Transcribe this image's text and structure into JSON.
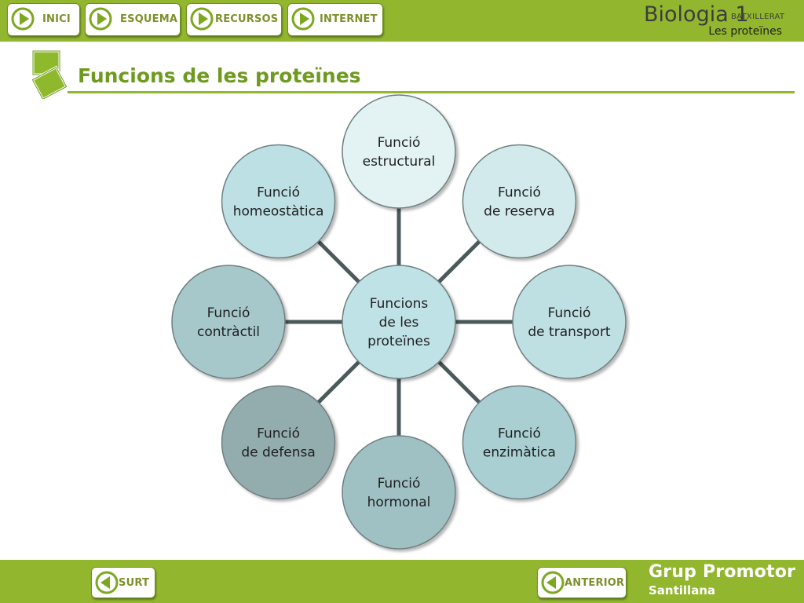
{
  "nav": {
    "inici": "INICI",
    "esquema": "ESQUEMA",
    "recursos": "RECURSOS",
    "internet": "INTERNET"
  },
  "brand": {
    "title": "Biologia 1",
    "subtitle": "BATXILLERAT",
    "topic": "Les proteïnes"
  },
  "heading": "Funcions de les proteïnes",
  "diagram": {
    "center": {
      "lines": [
        "Funcions",
        "de les",
        "proteïnes"
      ],
      "color": "#bfe2e6"
    },
    "nodes": [
      {
        "id": "estructural",
        "lines": [
          "Funció",
          "estructural"
        ],
        "color": "#e3f3f3"
      },
      {
        "id": "reserva",
        "lines": [
          "Funció",
          "de reserva"
        ],
        "color": "#d3eaec"
      },
      {
        "id": "transport",
        "lines": [
          "Funció",
          "de transport"
        ],
        "color": "#bfe0e3"
      },
      {
        "id": "enzimatica",
        "lines": [
          "Funció",
          "enzimàtica"
        ],
        "color": "#a9cfd2"
      },
      {
        "id": "hormonal",
        "lines": [
          "Funció",
          "hormonal"
        ],
        "color": "#9fc1c4"
      },
      {
        "id": "defensa",
        "lines": [
          "Funció",
          "de defensa"
        ],
        "color": "#93adae"
      },
      {
        "id": "contractil",
        "lines": [
          "Funció",
          "contràctil"
        ],
        "color": "#a6c8cb"
      },
      {
        "id": "homeostatica",
        "lines": [
          "Funció",
          "homeostàtica"
        ],
        "color": "#bde0e4"
      }
    ],
    "connector_color": "#4a5a5c"
  },
  "footer": {
    "surt": "SURT",
    "anterior": "ANTERIOR",
    "brand": "Grup Promotor",
    "brand_sub": "Santillana"
  },
  "colors": {
    "bar": "#92b72e",
    "heading": "#6e9a1f",
    "button_icon": "#7ba81f"
  }
}
